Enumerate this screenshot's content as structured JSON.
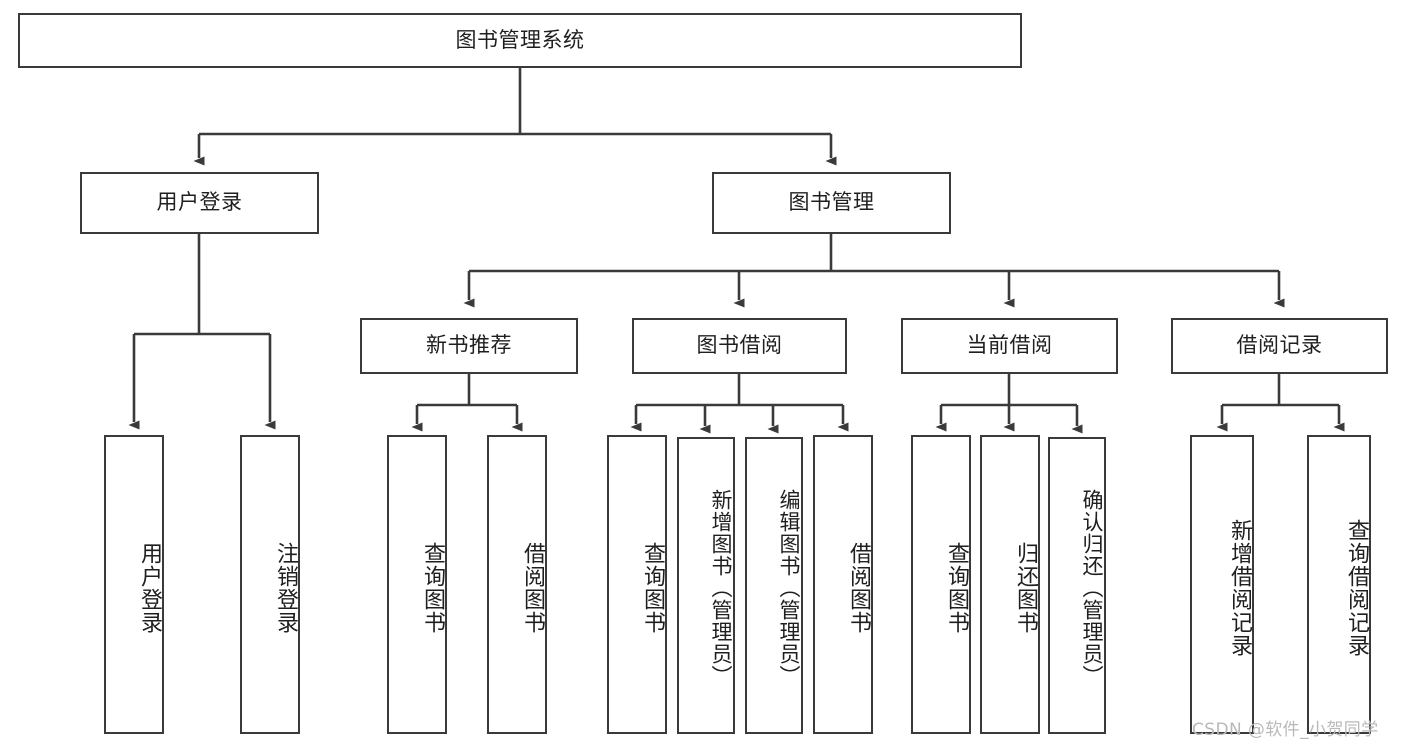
{
  "diagram": {
    "title": "图书管理系统",
    "type": "tree-hierarchy",
    "root": {
      "label": "图书管理系统"
    },
    "level2": [
      {
        "label": "用户登录"
      },
      {
        "label": "图书管理"
      }
    ],
    "level3": [
      {
        "label": "新书推荐"
      },
      {
        "label": "图书借阅"
      },
      {
        "label": "当前借阅"
      },
      {
        "label": "借阅记录"
      }
    ],
    "leaves": {
      "user_login": [
        {
          "label": "用户登录"
        },
        {
          "label": "注销登录"
        }
      ],
      "new_book_recommend": [
        {
          "label": "查询图书"
        },
        {
          "label": "借阅图书"
        }
      ],
      "book_borrow": [
        {
          "label": "查询图书"
        },
        {
          "label": "新增图书（管理员）"
        },
        {
          "label": "编辑图书（管理员）"
        },
        {
          "label": "借阅图书"
        }
      ],
      "current_borrow": [
        {
          "label": "查询图书"
        },
        {
          "label": "归还图书"
        },
        {
          "label": "确认归还（管理员）"
        }
      ],
      "borrow_records": [
        {
          "label": "新增借阅记录"
        },
        {
          "label": "查询借阅记录"
        }
      ]
    }
  },
  "watermark": {
    "text": "CSDN @软件_小贺同学"
  },
  "colors": {
    "box_border": "#3a3a3a",
    "edge": "#3a3a3a",
    "text": "#1f1f1f",
    "background": "#ffffff",
    "watermark": "#b9b9b9"
  }
}
